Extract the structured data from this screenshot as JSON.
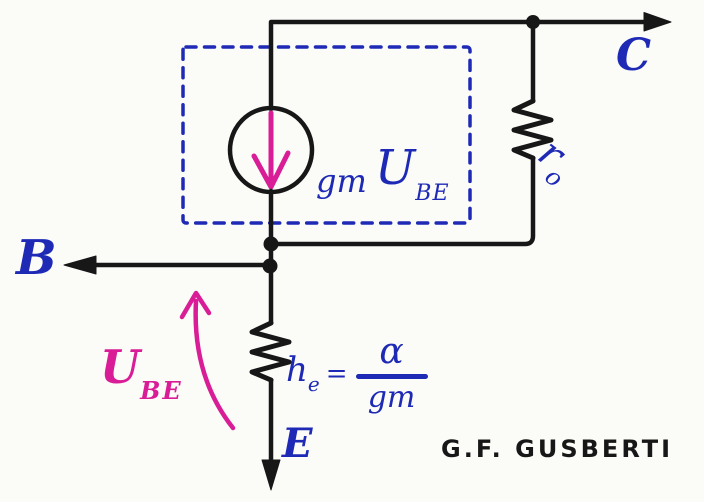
{
  "colors": {
    "paper": "#fbfbf8",
    "ink": "#171717",
    "blue": "#1e2ab5",
    "magenta": "#d91d97"
  },
  "diagram": {
    "terminals": {
      "collector": "C",
      "base": "B",
      "emitter": "E"
    },
    "controlled_source": {
      "coefficient": "gm",
      "variable": "U",
      "variable_sub": "BE"
    },
    "output_resistor": {
      "symbol": "r",
      "sub": "o"
    },
    "emitter_resistor": {
      "symbol": "h",
      "sub": "e",
      "equals": "=",
      "numerator": "α",
      "denominator": "gm"
    },
    "voltage": {
      "symbol": "U",
      "sub": "BE"
    },
    "signature": "G.F. GUSBERTI"
  }
}
